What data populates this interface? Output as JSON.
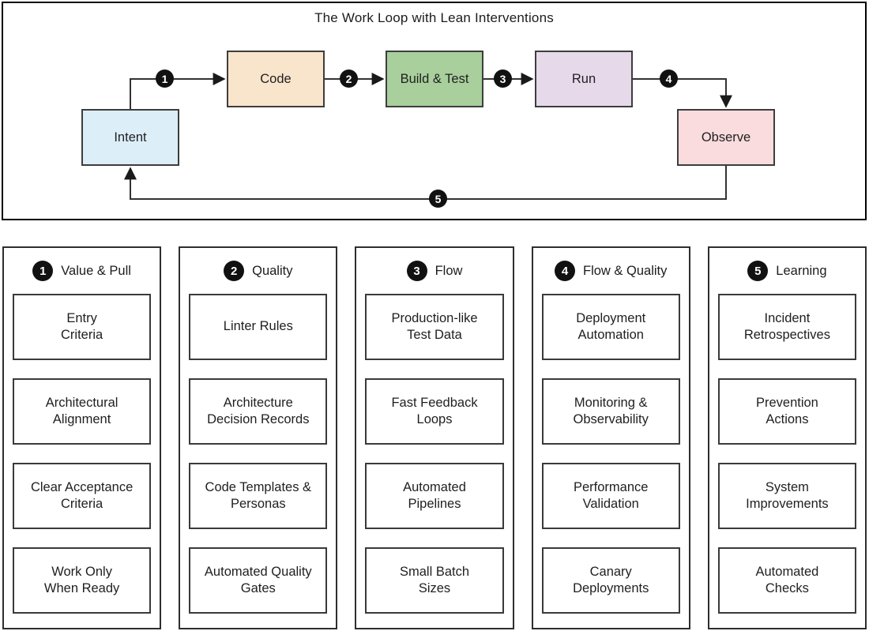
{
  "loop": {
    "title": "The Work Loop with Lean Interventions",
    "nodes": [
      {
        "label": "Intent",
        "fill": "#dceef8"
      },
      {
        "label": "Code",
        "fill": "#f9e4cc"
      },
      {
        "label": "Build & Test",
        "fill": "#a8cf9c"
      },
      {
        "label": "Run",
        "fill": "#e6d9ea"
      },
      {
        "label": "Observe",
        "fill": "#fadcde"
      }
    ],
    "badges": [
      "1",
      "2",
      "3",
      "4",
      "5"
    ]
  },
  "interventions": {
    "columns": [
      {
        "badge": "1",
        "title": "Value & Pull",
        "items": [
          "Entry\nCriteria",
          "Architectural\nAlignment",
          "Clear Acceptance\nCriteria",
          "Work Only\nWhen Ready"
        ]
      },
      {
        "badge": "2",
        "title": "Quality",
        "items": [
          "Linter Rules",
          "Architecture\nDecision Records",
          "Code Templates &\nPersonas",
          "Automated Quality\nGates"
        ]
      },
      {
        "badge": "3",
        "title": "Flow",
        "items": [
          "Production-like\nTest Data",
          "Fast Feedback\nLoops",
          "Automated\nPipelines",
          "Small Batch\nSizes"
        ]
      },
      {
        "badge": "4",
        "title": "Flow & Quality",
        "items": [
          "Deployment\nAutomation",
          "Monitoring &\nObservability",
          "Performance\nValidation",
          "Canary\nDeployments"
        ]
      },
      {
        "badge": "5",
        "title": "Learning",
        "items": [
          "Incident\nRetrospectives",
          "Prevention\nActions",
          "System\nImprovements",
          "Automated\nChecks"
        ]
      }
    ]
  },
  "colors": {
    "line": "#333333",
    "arrowhead": "#1a1a1a",
    "badge_bg": "#111111",
    "badge_text": "#ffffff",
    "panel_border": "#000000"
  }
}
